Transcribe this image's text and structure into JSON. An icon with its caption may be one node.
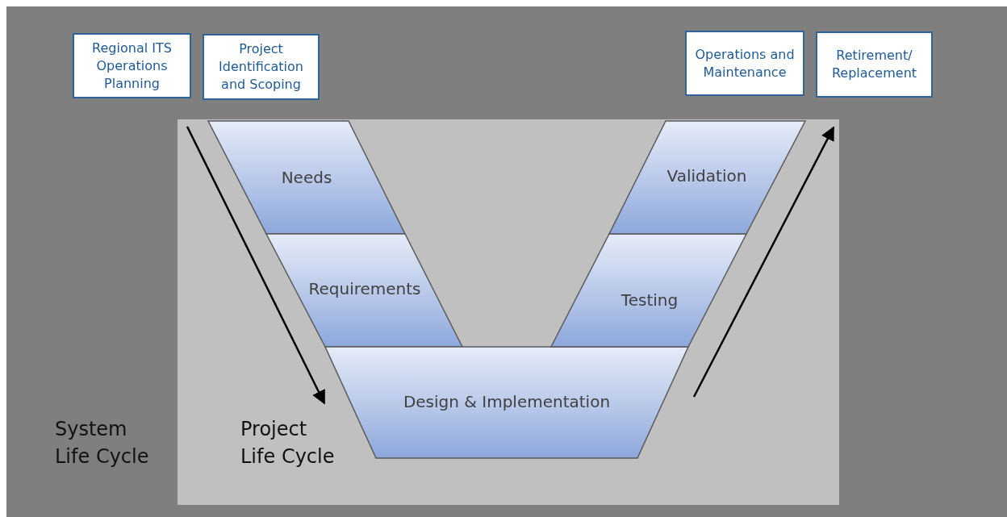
{
  "diagram": {
    "nodes": [
      {
        "text": [
          "Regional ITS Operations Planning"
        ]
      },
      {
        "text": [
          "Project Identification and Scoping"
        ]
      },
      {
        "text": [
          "Operations and Maintenance"
        ]
      },
      {
        "text": [
          "Retirement/ Replacement"
        ]
      },
      {
        "text": [
          "Project Life Cycle"
        ]
      },
      {
        "text": [
          "Needs"
        ],
        "in": 4
      },
      {
        "text": [
          "Requirements"
        ],
        "in": 4
      },
      {
        "text": [
          "Design & Implementation"
        ],
        "in": 4
      },
      {
        "text": [
          "Testing"
        ],
        "in": 4
      },
      {
        "text": [
          "Validation"
        ],
        "in": 4
      }
    ],
    "labels": [
      "System Life Cycle"
    ]
  }
}
